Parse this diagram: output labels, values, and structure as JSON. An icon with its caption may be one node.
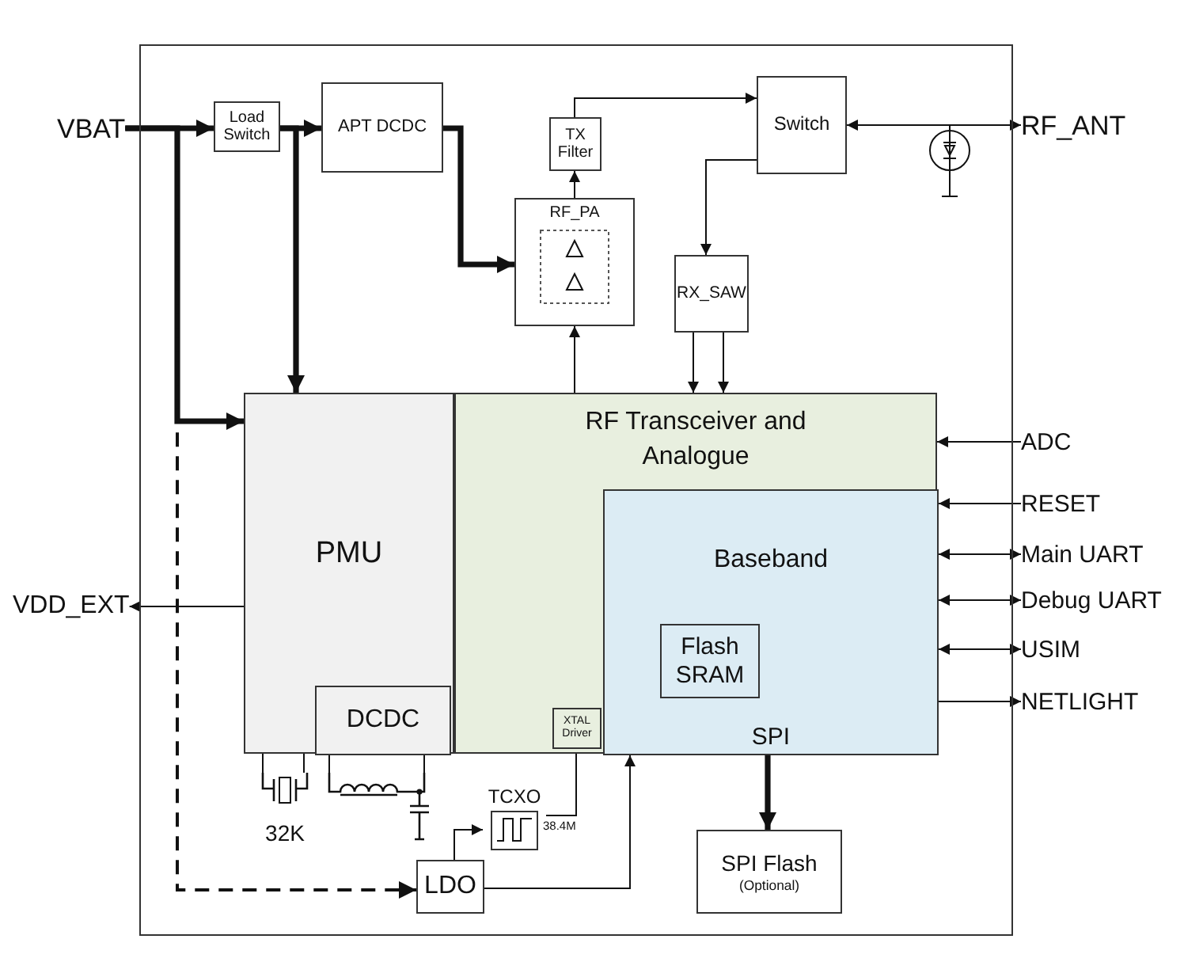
{
  "diagram": {
    "nodes": [
      {
        "text": [
          "VBAT"
        ]
      },
      {
        "text": [
          "Load Switch"
        ]
      },
      {
        "text": [
          "APT DCDC"
        ]
      },
      {
        "text": [
          "TX Filter"
        ]
      },
      {
        "text": [
          "RF_PA"
        ]
      },
      {
        "text": [
          "Switch"
        ]
      },
      {
        "text": [
          "RF_ANT"
        ]
      },
      {
        "text": [
          "RX_SAW"
        ]
      },
      {
        "text": [
          "PMU"
        ]
      },
      {
        "text": [
          "DCDC"
        ],
        "in": 8
      },
      {
        "text": [
          "RF Transceiver and Analogue"
        ]
      },
      {
        "text": [
          "Baseband",
          "SPI"
        ],
        "in": 10
      },
      {
        "text": [
          "Flash SRAM"
        ],
        "in": 11
      },
      {
        "text": [
          "XTAL Driver"
        ],
        "in": 10
      },
      {
        "text": [
          "VDD_EXT"
        ]
      },
      {
        "text": [
          "ADC"
        ]
      },
      {
        "text": [
          "RESET"
        ]
      },
      {
        "text": [
          "Main UART"
        ]
      },
      {
        "text": [
          "Debug UART"
        ]
      },
      {
        "text": [
          "USIM"
        ]
      },
      {
        "text": [
          "NETLIGHT"
        ]
      },
      {
        "text": [
          "TCXO"
        ],
        "beside": [
          "38.4M"
        ]
      },
      {
        "text": [
          "LDO"
        ]
      },
      {
        "text": [
          "SPI Flash",
          "(Optional)"
        ]
      },
      {
        "text": [
          "32K"
        ]
      },
      {
        "text": [],
        "shape": "inductor"
      },
      {
        "text": [],
        "shape": "circle"
      }
    ],
    "edges": [
      {
        "from": 0,
        "to": 1,
        "arrow": "to",
        "style": "thick"
      },
      {
        "from": 1,
        "to": 2,
        "arrow": "to",
        "style": "thick"
      },
      {
        "from": 1,
        "to": 8,
        "arrow": "to",
        "style": "thick"
      },
      {
        "from": 0,
        "to": 8,
        "arrow": "to",
        "style": "thick"
      },
      {
        "from": 0,
        "to": 22,
        "arrow": "to",
        "style": "dashed"
      },
      {
        "from": 2,
        "to": 4,
        "arrow": "to",
        "style": "thick"
      },
      {
        "from": 4,
        "to": 3,
        "arrow": "to"
      },
      {
        "from": 3,
        "to": 5,
        "arrow": "to"
      },
      {
        "from": 5,
        "to": 6,
        "arrow": "both"
      },
      {
        "from": 5,
        "to": 7,
        "arrow": "to"
      },
      {
        "from": 7,
        "to": 10,
        "arrow": "to"
      },
      {
        "from": 7,
        "to": 10,
        "arrow": "to"
      },
      {
        "from": 10,
        "to": 4,
        "arrow": "to"
      },
      {
        "from": 8,
        "to": 14,
        "arrow": "to"
      },
      {
        "from": 15,
        "to": 10,
        "arrow": "to"
      },
      {
        "from": 16,
        "to": 11,
        "arrow": "to"
      },
      {
        "from": 11,
        "to": 17,
        "arrow": "both"
      },
      {
        "from": 11,
        "to": 18,
        "arrow": "both"
      },
      {
        "from": 11,
        "to": 19,
        "arrow": "both"
      },
      {
        "from": 11,
        "to": 20,
        "arrow": "to"
      },
      {
        "from": 11,
        "to": 23,
        "arrow": "to",
        "style": "thick"
      },
      {
        "from": 22,
        "to": 21,
        "arrow": "to"
      },
      {
        "from": 21,
        "to": 13,
        "arrow": "none"
      },
      {
        "from": 22,
        "to": 11,
        "arrow": "to"
      },
      {
        "from": 8,
        "to": 24,
        "arrow": "none"
      },
      {
        "from": 8,
        "to": 24,
        "arrow": "none"
      },
      {
        "from": 9,
        "to": 25,
        "arrow": "none"
      },
      {
        "from": 9,
        "to": 25,
        "arrow": "none"
      },
      {
        "from": 5,
        "to": 26,
        "arrow": "none"
      }
    ]
  }
}
